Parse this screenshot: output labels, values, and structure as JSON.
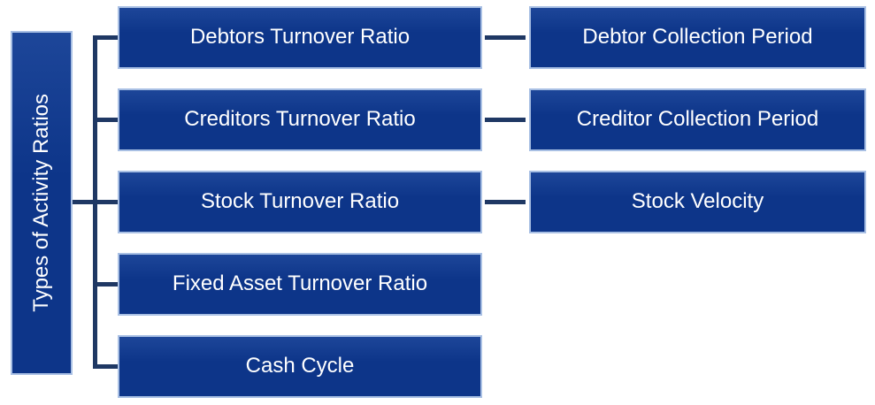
{
  "diagram": {
    "title": "Types of Activity Ratios diagram",
    "root": {
      "label": "Types of Activity Ratios"
    },
    "branches": [
      {
        "label": "Debtors Turnover Ratio",
        "related": "Debtor Collection Period"
      },
      {
        "label": "Creditors Turnover Ratio",
        "related": "Creditor Collection Period"
      },
      {
        "label": "Stock Turnover Ratio",
        "related": "Stock Velocity"
      },
      {
        "label": "Fixed Asset Turnover Ratio",
        "related": null
      },
      {
        "label": "Cash Cycle",
        "related": null
      }
    ],
    "colors": {
      "box_fill": "#0d3589",
      "box_border": "#a9c0e4",
      "connector": "#1f3864",
      "text": "#ffffff",
      "background": "#ffffff"
    }
  }
}
